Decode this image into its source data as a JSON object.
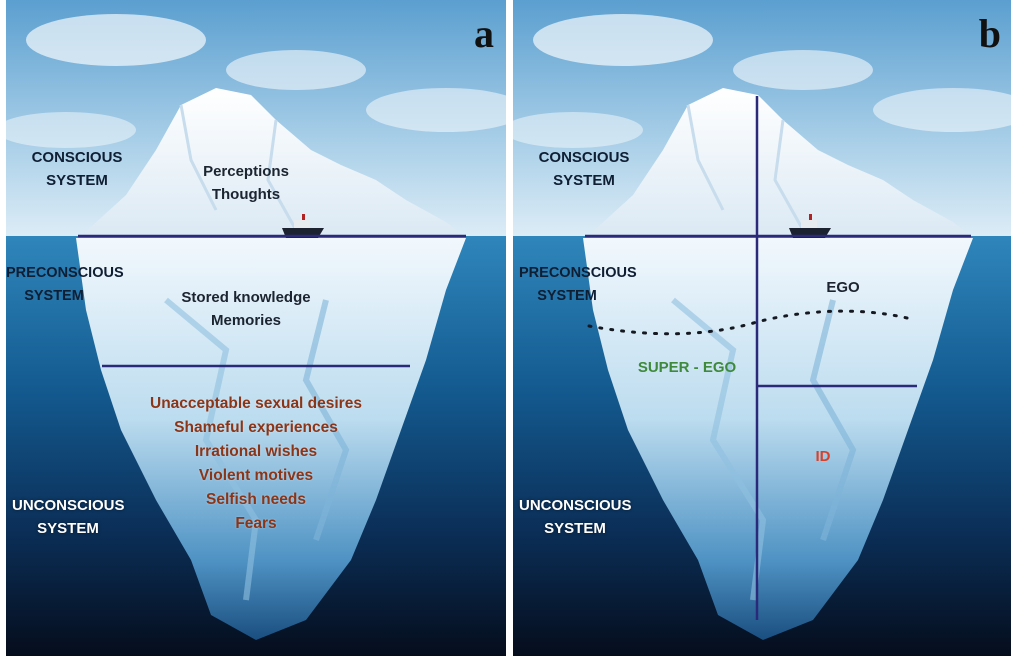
{
  "panel_a": {
    "letter": "a",
    "conscious": [
      "CONSCIOUS",
      "SYSTEM"
    ],
    "preconscious": [
      "PRECONSCIOUS",
      "SYSTEM"
    ],
    "unconscious": [
      "UNCONSCIOUS",
      "SYSTEM"
    ],
    "conscious_items": [
      "Perceptions",
      "Thoughts"
    ],
    "preconscious_items": [
      "Stored knowledge",
      "Memories"
    ],
    "unconscious_items": [
      "Unacceptable sexual desires",
      "Shameful experiences",
      "Irrational wishes",
      "Violent motives",
      "Selfish needs",
      "Fears"
    ]
  },
  "panel_b": {
    "letter": "b",
    "conscious": [
      "CONSCIOUS",
      "SYSTEM"
    ],
    "preconscious": [
      "PRECONSCIOUS",
      "SYSTEM"
    ],
    "unconscious": [
      "UNCONSCIOUS",
      "SYSTEM"
    ],
    "ego": "EGO",
    "superego": "SUPER - EGO",
    "id": "ID"
  },
  "colors": {
    "sky_top": "#5ea3d2",
    "water_surface": "#2c7fb4",
    "deep_water": "#07162b",
    "line": "#2b2a7a",
    "superego": "#3f8a3a",
    "id": "#d8402a",
    "hidden_text": "#8b3518"
  }
}
